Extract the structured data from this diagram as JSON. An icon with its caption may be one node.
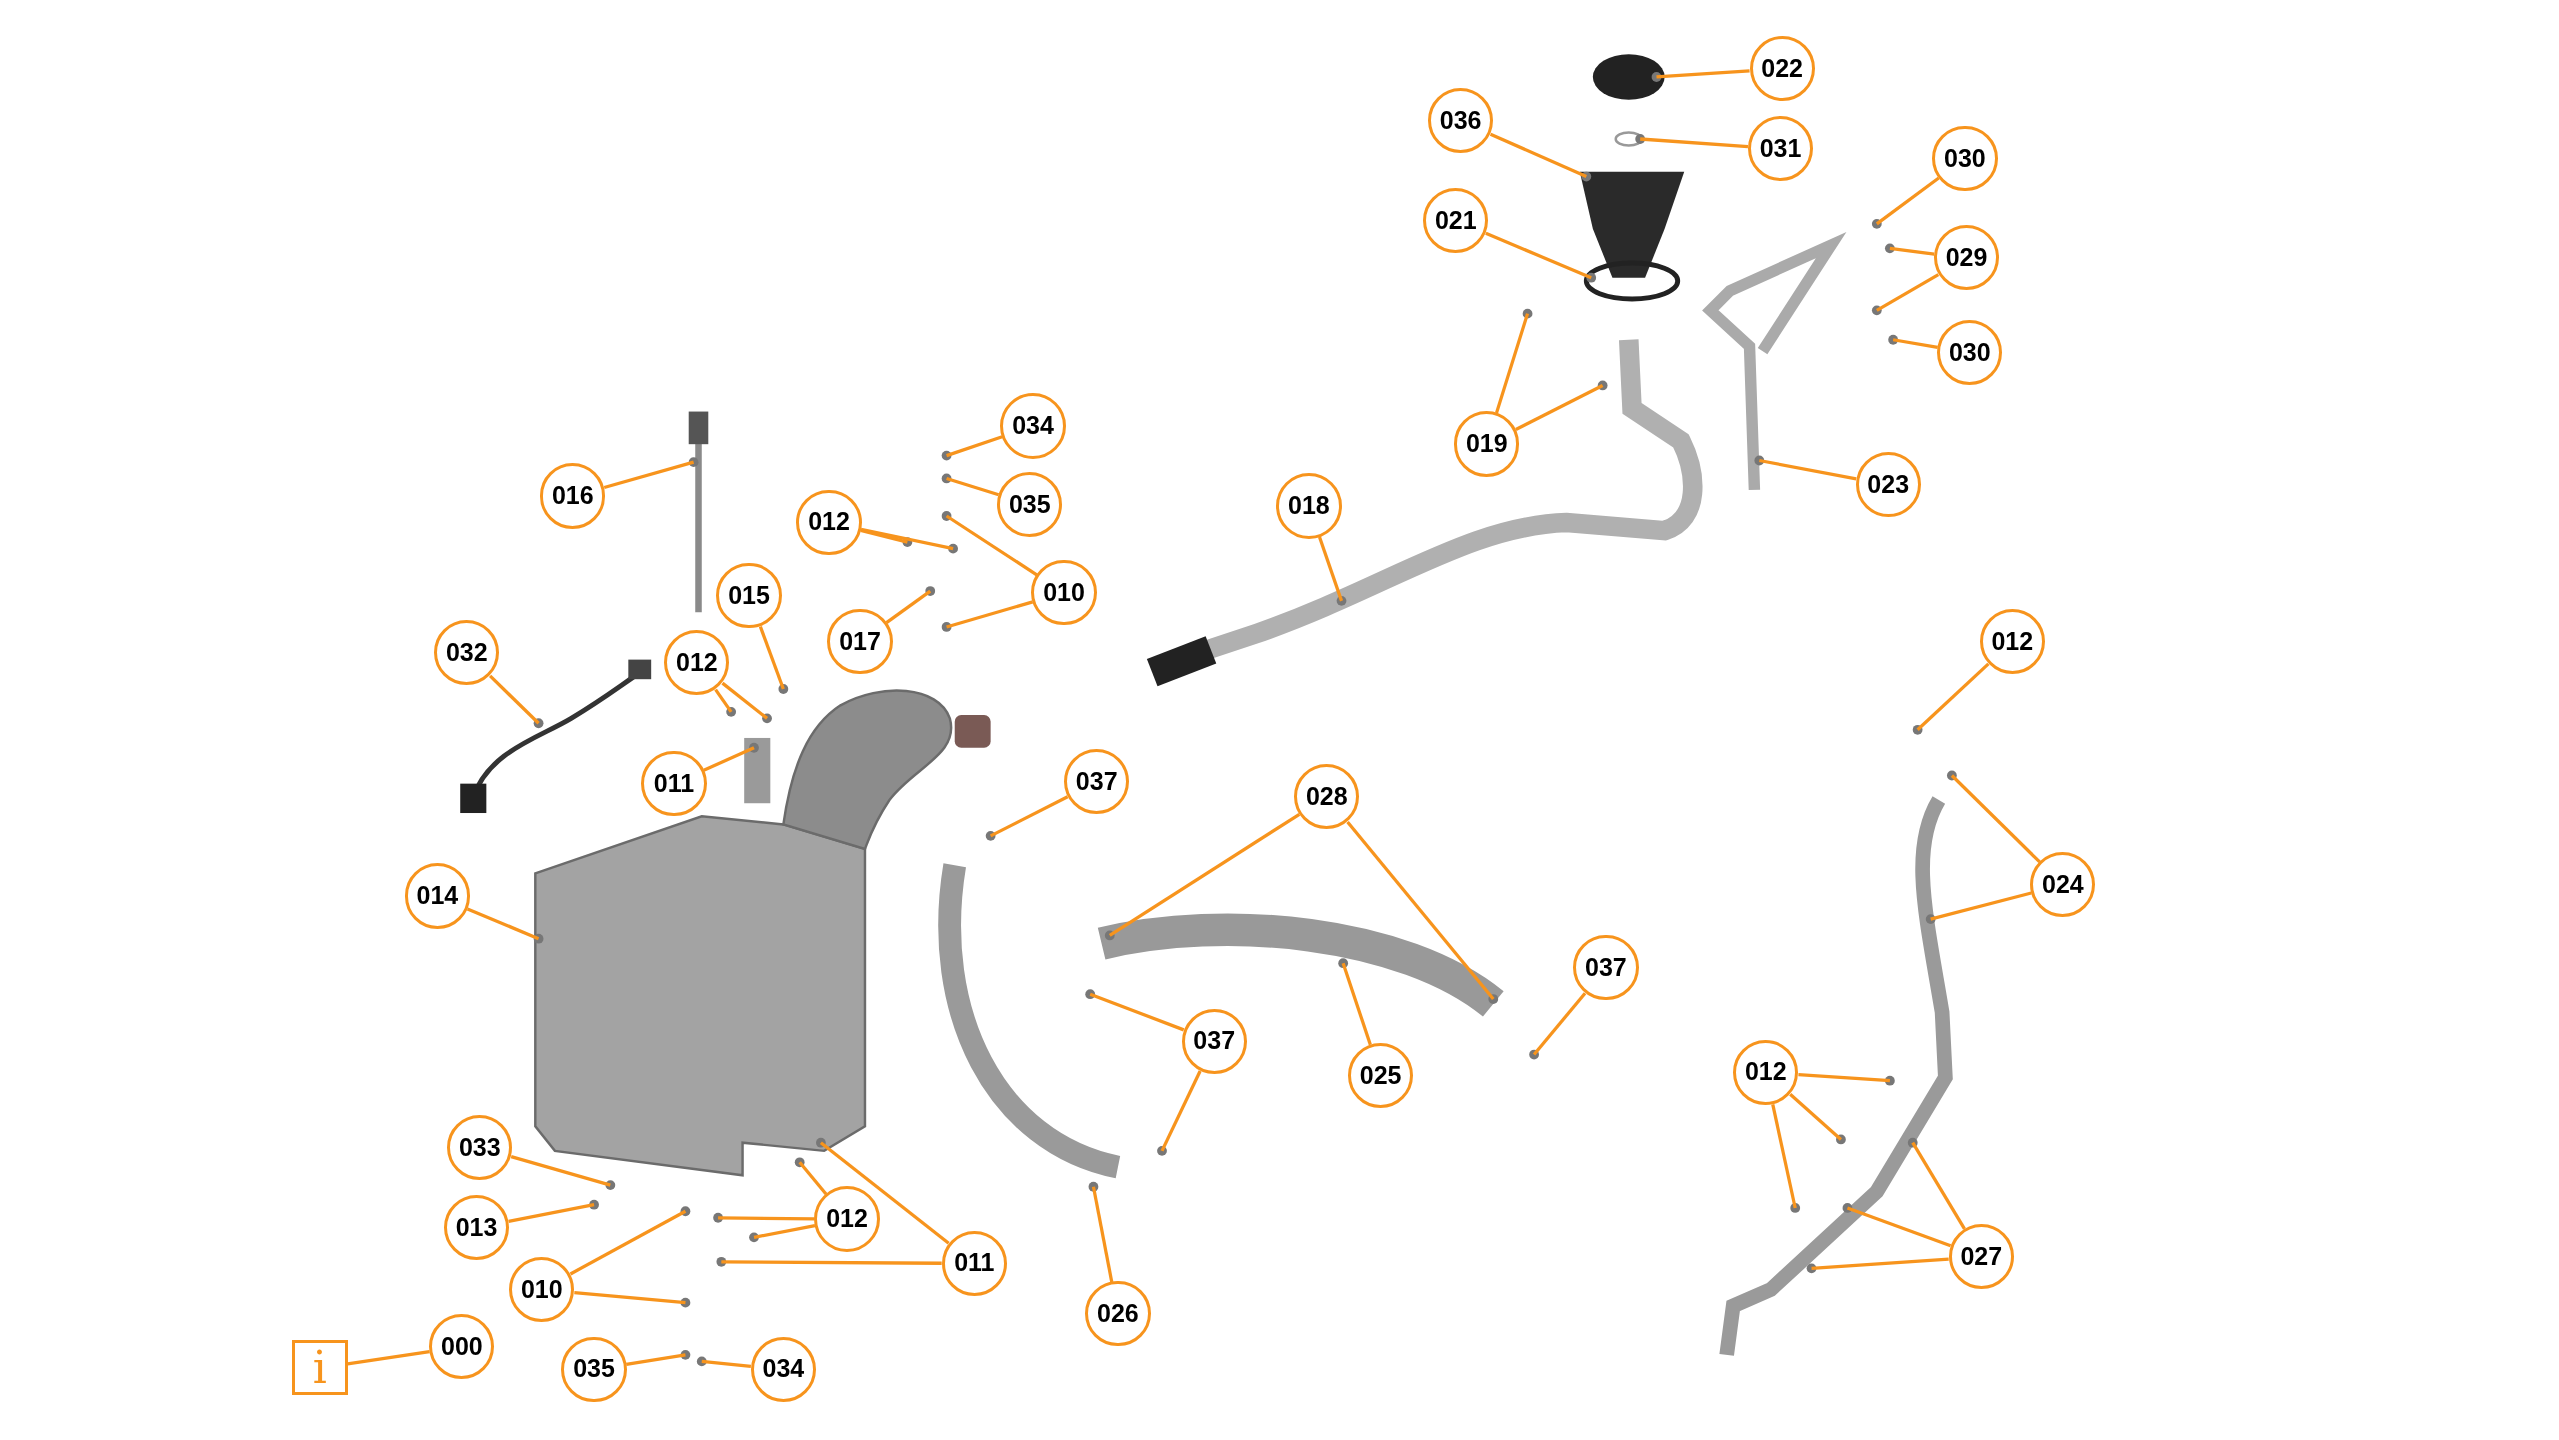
{
  "diagram": {
    "nodes": [
      {
        "text": [
          "022"
        ]
      },
      {
        "text": [
          "036"
        ]
      },
      {
        "text": [
          "031"
        ]
      },
      {
        "text": [
          "030"
        ]
      },
      {
        "text": [
          "021"
        ]
      },
      {
        "text": [
          "029"
        ]
      },
      {
        "text": [
          "030"
        ]
      },
      {
        "text": [
          "019"
        ]
      },
      {
        "text": [
          "016"
        ]
      },
      {
        "text": [
          "034"
        ]
      },
      {
        "text": [
          "035"
        ]
      },
      {
        "text": [
          "023"
        ]
      },
      {
        "text": [
          "018"
        ]
      },
      {
        "text": [
          "012"
        ]
      },
      {
        "text": [
          "010"
        ]
      },
      {
        "text": [
          "015"
        ]
      },
      {
        "text": [
          "017"
        ]
      },
      {
        "text": [
          "032"
        ]
      },
      {
        "text": [
          "012"
        ]
      },
      {
        "text": [
          "012"
        ]
      },
      {
        "text": [
          "011"
        ]
      },
      {
        "text": [
          "037"
        ]
      },
      {
        "text": [
          "028"
        ]
      },
      {
        "text": [
          "024"
        ]
      },
      {
        "text": [
          "014"
        ]
      },
      {
        "text": [
          "037"
        ]
      },
      {
        "text": [
          "037"
        ]
      },
      {
        "text": [
          "025"
        ]
      },
      {
        "text": [
          "012"
        ]
      },
      {
        "text": [
          "033"
        ]
      },
      {
        "text": [
          "013"
        ]
      },
      {
        "text": [
          "012"
        ]
      },
      {
        "text": [
          "027"
        ]
      },
      {
        "text": [
          "010"
        ]
      },
      {
        "text": [
          "011"
        ]
      },
      {
        "text": [
          "026"
        ]
      },
      {
        "text": [
          "000"
        ]
      },
      {
        "text": [
          "i"
        ]
      },
      {
        "text": [
          "035"
        ]
      },
      {
        "text": [
          "034"
        ]
      }
    ],
    "edges": [
      {
        "from": 0,
        "to": null,
        "arrow": "none"
      },
      {
        "from": 1,
        "to": null,
        "arrow": "none"
      },
      {
        "from": 2,
        "to": null,
        "arrow": "none"
      },
      {
        "from": 3,
        "to": null,
        "arrow": "none"
      },
      {
        "from": 4,
        "to": null,
        "arrow": "none"
      },
      {
        "from": 5,
        "to": null,
        "arrow": "none"
      },
      {
        "from": 5,
        "to": null,
        "arrow": "none"
      },
      {
        "from": 6,
        "to": null,
        "arrow": "none"
      },
      {
        "from": 7,
        "to": null,
        "arrow": "none"
      },
      {
        "from": 7,
        "to": null,
        "arrow": "none"
      },
      {
        "from": 8,
        "to": null,
        "arrow": "none"
      },
      {
        "from": 9,
        "to": null,
        "arrow": "none"
      },
      {
        "from": 10,
        "to": null,
        "arrow": "none"
      },
      {
        "from": 11,
        "to": null,
        "arrow": "none"
      },
      {
        "from": 12,
        "to": null,
        "arrow": "none"
      },
      {
        "from": 13,
        "to": null,
        "arrow": "none"
      },
      {
        "from": 13,
        "to": null,
        "arrow": "none"
      },
      {
        "from": 14,
        "to": null,
        "arrow": "none"
      },
      {
        "from": 14,
        "to": null,
        "arrow": "none"
      },
      {
        "from": 15,
        "to": null,
        "arrow": "none"
      },
      {
        "from": 16,
        "to": null,
        "arrow": "none"
      },
      {
        "from": 17,
        "to": null,
        "arrow": "none"
      },
      {
        "from": 18,
        "to": null,
        "arrow": "none"
      },
      {
        "from": 18,
        "to": null,
        "arrow": "none"
      },
      {
        "from": 19,
        "to": null,
        "arrow": "none"
      },
      {
        "from": 20,
        "to": null,
        "arrow": "none"
      },
      {
        "from": 21,
        "to": null,
        "arrow": "none"
      },
      {
        "from": 22,
        "to": null,
        "arrow": "none"
      },
      {
        "from": 22,
        "to": null,
        "arrow": "none"
      },
      {
        "from": 23,
        "to": null,
        "arrow": "none"
      },
      {
        "from": 23,
        "to": null,
        "arrow": "none"
      },
      {
        "from": 24,
        "to": null,
        "arrow": "none"
      },
      {
        "from": 25,
        "to": null,
        "arrow": "none"
      },
      {
        "from": 26,
        "to": null,
        "arrow": "none"
      },
      {
        "from": 26,
        "to": null,
        "arrow": "none"
      },
      {
        "from": 27,
        "to": null,
        "arrow": "none"
      },
      {
        "from": 28,
        "to": null,
        "arrow": "none"
      },
      {
        "from": 28,
        "to": null,
        "arrow": "none"
      },
      {
        "from": 28,
        "to": null,
        "arrow": "none"
      },
      {
        "from": 29,
        "to": null,
        "arrow": "none"
      },
      {
        "from": 30,
        "to": null,
        "arrow": "none"
      },
      {
        "from": 31,
        "to": null,
        "arrow": "none"
      },
      {
        "from": 31,
        "to": null,
        "arrow": "none"
      },
      {
        "from": 31,
        "to": null,
        "arrow": "none"
      },
      {
        "from": 32,
        "to": null,
        "arrow": "none"
      },
      {
        "from": 32,
        "to": null,
        "arrow": "none"
      },
      {
        "from": 32,
        "to": null,
        "arrow": "none"
      },
      {
        "from": 33,
        "to": null,
        "arrow": "none"
      },
      {
        "from": 33,
        "to": null,
        "arrow": "none"
      },
      {
        "from": 34,
        "to": null,
        "arrow": "none"
      },
      {
        "from": 34,
        "to": null,
        "arrow": "none"
      },
      {
        "from": 35,
        "to": null,
        "arrow": "none"
      },
      {
        "from": 36,
        "to": 37,
        "arrow": "none"
      },
      {
        "from": 38,
        "to": null,
        "arrow": "none"
      },
      {
        "from": 39,
        "to": null,
        "arrow": "none"
      }
    ]
  }
}
